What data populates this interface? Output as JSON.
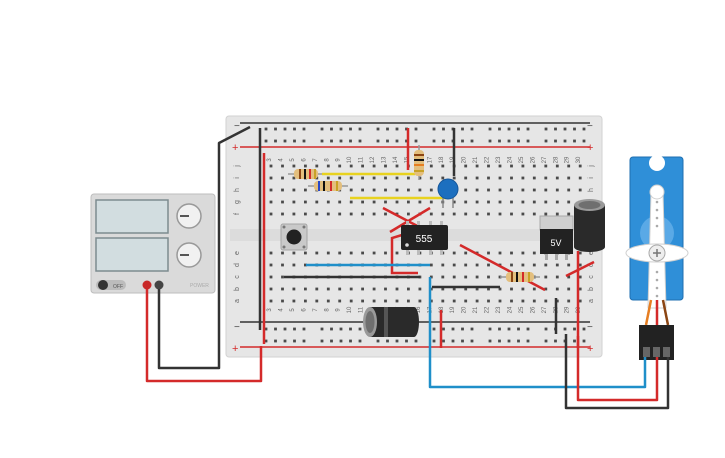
{
  "colors": {
    "wire_red": "#d42a2a",
    "wire_black": "#333333",
    "wire_blue": "#1f8fc9",
    "wire_yellow": "#e8d21f",
    "breadboard": "#e6e6e6",
    "rail_red": "#d42a2a",
    "rail_dark": "#333333",
    "servo_blue": "#2f8fd8",
    "capacitor_blue": "#1c6fbf"
  },
  "breadboard": {
    "column_numbers": [
      "3",
      "4",
      "5",
      "6",
      "7",
      "8",
      "9",
      "10",
      "11",
      "12",
      "13",
      "14",
      "15",
      "16",
      "17",
      "18",
      "19",
      "20",
      "21",
      "22",
      "23",
      "24",
      "25",
      "26",
      "27",
      "28",
      "29",
      "30"
    ],
    "upper_row_letters": [
      "j",
      "i",
      "h",
      "g",
      "f"
    ],
    "lower_row_letters": [
      "e",
      "d",
      "c",
      "b",
      "a"
    ],
    "rail_minus": "−",
    "rail_plus": "+"
  },
  "power_supply": {
    "switch_label": "OFF",
    "brand_text": "POWER"
  },
  "components": {
    "timer_ic_label": "555",
    "regulator_label": "5V"
  }
}
